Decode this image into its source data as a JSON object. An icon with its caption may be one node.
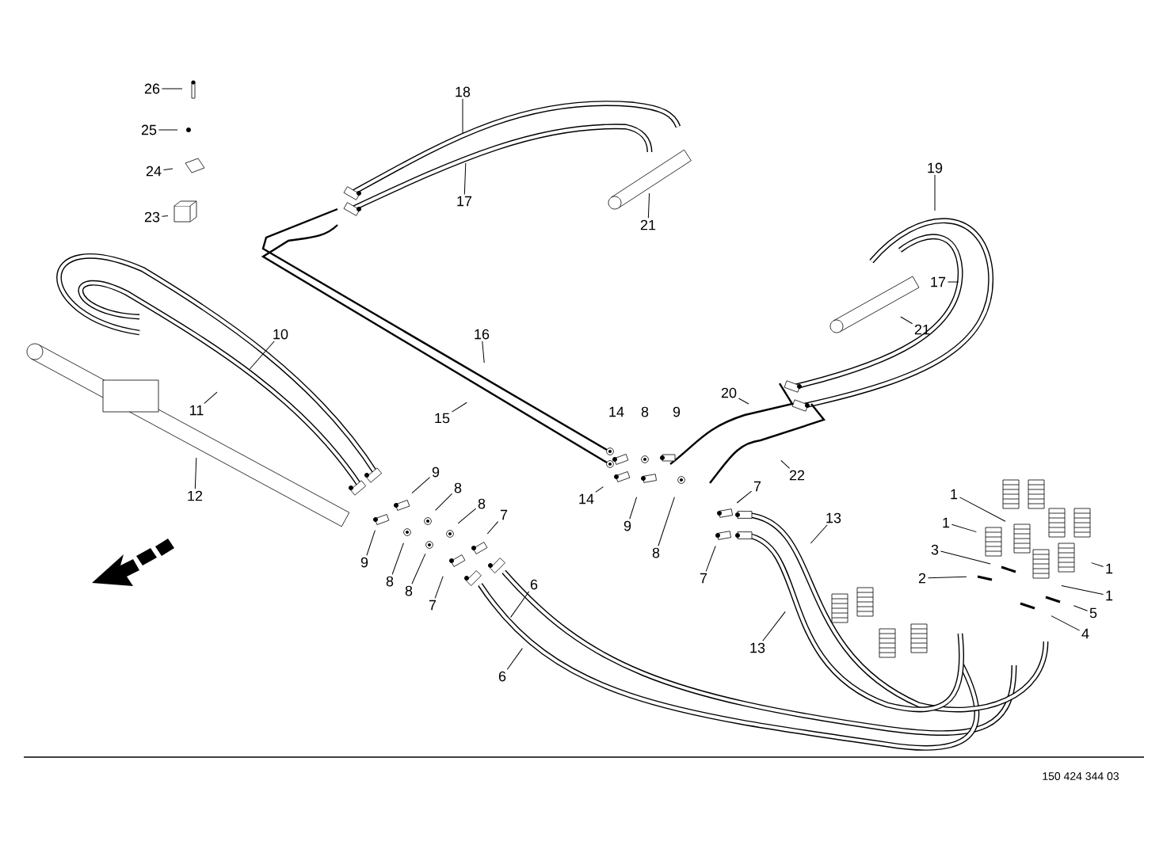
{
  "diagram": {
    "nodes": [
      {
        "text": [
          "26"
        ]
      },
      {
        "text": [
          "25"
        ]
      },
      {
        "text": [
          "24"
        ]
      },
      {
        "text": [
          "23"
        ]
      },
      {
        "text": [
          "18"
        ]
      },
      {
        "text": [
          "17"
        ]
      },
      {
        "text": [
          "21"
        ]
      },
      {
        "text": [
          "19"
        ]
      },
      {
        "text": [
          "17"
        ]
      },
      {
        "text": [
          "21"
        ]
      },
      {
        "text": [
          "10"
        ]
      },
      {
        "text": [
          "11"
        ]
      },
      {
        "text": [
          "16"
        ]
      },
      {
        "text": [
          "15"
        ]
      },
      {
        "text": [
          "20"
        ]
      },
      {
        "text": [
          "22"
        ]
      },
      {
        "text": [
          "12"
        ]
      },
      {
        "text": [
          "14"
        ]
      },
      {
        "text": [
          "9"
        ]
      },
      {
        "text": [
          "8"
        ]
      },
      {
        "text": [
          "7"
        ]
      },
      {
        "text": [
          "7"
        ]
      },
      {
        "text": [
          "13"
        ]
      },
      {
        "text": [
          "13"
        ]
      },
      {
        "text": [
          "9"
        ]
      },
      {
        "text": [
          "8"
        ]
      },
      {
        "text": [
          "8"
        ]
      },
      {
        "text": [
          "7"
        ]
      },
      {
        "text": [
          "9"
        ]
      },
      {
        "text": [
          "8"
        ]
      },
      {
        "text": [
          "8"
        ]
      },
      {
        "text": [
          "7"
        ]
      },
      {
        "text": [
          "6"
        ]
      },
      {
        "text": [
          "6"
        ]
      },
      {
        "text": [
          "1"
        ]
      },
      {
        "text": [
          "1"
        ]
      },
      {
        "text": [
          "1"
        ]
      },
      {
        "text": [
          "1"
        ]
      },
      {
        "text": [
          "3"
        ]
      },
      {
        "text": [
          "2"
        ]
      },
      {
        "text": [
          "5"
        ]
      },
      {
        "text": [
          "4"
        ]
      }
    ],
    "edges": [
      {
        "from": 0,
        "to": null,
        "arrow": "none"
      },
      {
        "from": 1,
        "to": null,
        "arrow": "none"
      },
      {
        "from": 2,
        "to": null,
        "arrow": "none"
      },
      {
        "from": 3,
        "to": null,
        "arrow": "none"
      },
      {
        "from": 4,
        "to": null,
        "arrow": "none"
      },
      {
        "from": 5,
        "to": null,
        "arrow": "none"
      },
      {
        "from": 6,
        "to": null,
        "arrow": "none"
      },
      {
        "from": 7,
        "to": null,
        "arrow": "none"
      },
      {
        "from": 8,
        "to": null,
        "arrow": "none"
      },
      {
        "from": 9,
        "to": null,
        "arrow": "none"
      },
      {
        "from": 10,
        "to": null,
        "arrow": "none"
      },
      {
        "from": 11,
        "to": null,
        "arrow": "none"
      },
      {
        "from": 12,
        "to": null,
        "arrow": "none"
      },
      {
        "from": 13,
        "to": null,
        "arrow": "none"
      },
      {
        "from": 14,
        "to": null,
        "arrow": "none"
      },
      {
        "from": 15,
        "to": null,
        "arrow": "none"
      },
      {
        "from": 16,
        "to": null,
        "arrow": "none"
      },
      {
        "from": 17,
        "to": null,
        "arrow": "none"
      },
      {
        "from": 18,
        "to": null,
        "arrow": "none"
      },
      {
        "from": 19,
        "to": null,
        "arrow": "none"
      },
      {
        "from": 20,
        "to": null,
        "arrow": "none"
      },
      {
        "from": 21,
        "to": null,
        "arrow": "none"
      },
      {
        "from": 22,
        "to": null,
        "arrow": "none"
      },
      {
        "from": 23,
        "to": null,
        "arrow": "none"
      },
      {
        "from": 24,
        "to": null,
        "arrow": "none"
      },
      {
        "from": 25,
        "to": null,
        "arrow": "none"
      },
      {
        "from": 26,
        "to": null,
        "arrow": "none"
      },
      {
        "from": 27,
        "to": null,
        "arrow": "none"
      },
      {
        "from": 28,
        "to": null,
        "arrow": "none"
      },
      {
        "from": 29,
        "to": null,
        "arrow": "none"
      },
      {
        "from": 30,
        "to": null,
        "arrow": "none"
      },
      {
        "from": 31,
        "to": null,
        "arrow": "none"
      },
      {
        "from": 32,
        "to": null,
        "arrow": "none"
      },
      {
        "from": 33,
        "to": null,
        "arrow": "none"
      },
      {
        "from": 34,
        "to": null,
        "arrow": "none"
      },
      {
        "from": 35,
        "to": null,
        "arrow": "none"
      },
      {
        "from": 36,
        "to": null,
        "arrow": "none"
      },
      {
        "from": 37,
        "to": null,
        "arrow": "none"
      },
      {
        "from": 38,
        "to": null,
        "arrow": "none"
      },
      {
        "from": 39,
        "to": null,
        "arrow": "none"
      },
      {
        "from": 40,
        "to": null,
        "arrow": "none"
      },
      {
        "from": 41,
        "to": null,
        "arrow": "none"
      }
    ],
    "labels": [
      "14",
      "8",
      "9",
      "150 424 344 03"
    ]
  }
}
